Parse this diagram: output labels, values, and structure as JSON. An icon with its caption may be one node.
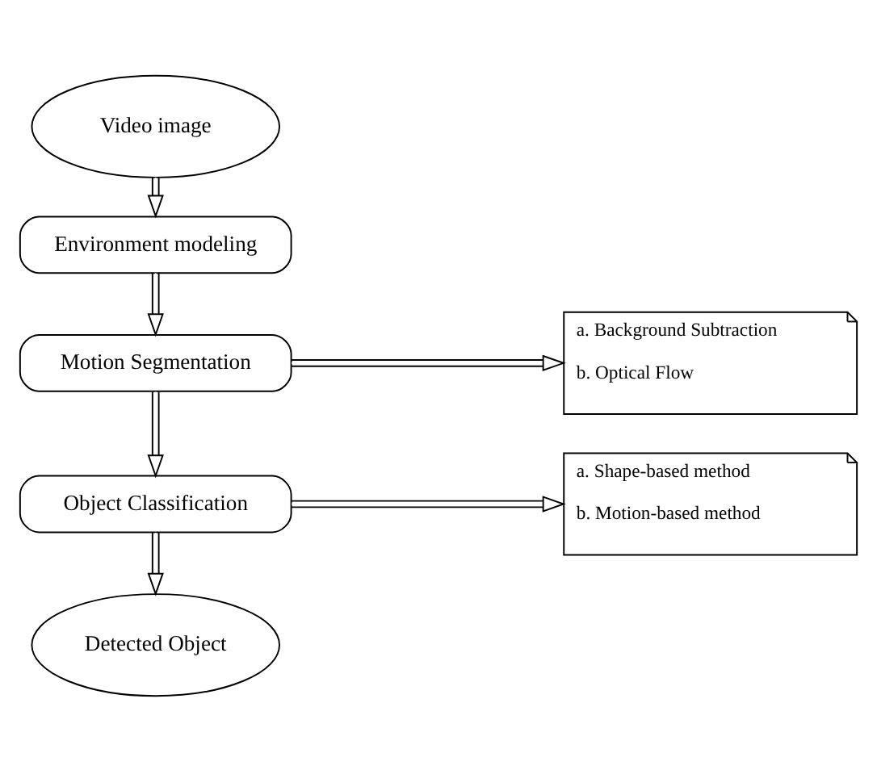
{
  "diagram": {
    "nodes": [
      {
        "text": [
          "Video image"
        ]
      },
      {
        "text": [
          "Environment modeling"
        ]
      },
      {
        "text": [
          "Motion Segmentation"
        ]
      },
      {
        "text": [
          "a. Background Subtraction",
          "b. Optical Flow"
        ]
      },
      {
        "text": [
          "Object Classification"
        ]
      },
      {
        "text": [
          "a. Shape-based method",
          "b. Motion-based method"
        ]
      },
      {
        "text": [
          "Detected Object"
        ]
      }
    ],
    "edges": [
      {
        "from": 0,
        "to": 1,
        "arrow": "to"
      },
      {
        "from": 1,
        "to": 2,
        "arrow": "to"
      },
      {
        "from": 2,
        "to": 3,
        "arrow": "to"
      },
      {
        "from": 2,
        "to": 4,
        "arrow": "to"
      },
      {
        "from": 4,
        "to": 5,
        "arrow": "to"
      },
      {
        "from": 4,
        "to": 6,
        "arrow": "to"
      }
    ]
  }
}
